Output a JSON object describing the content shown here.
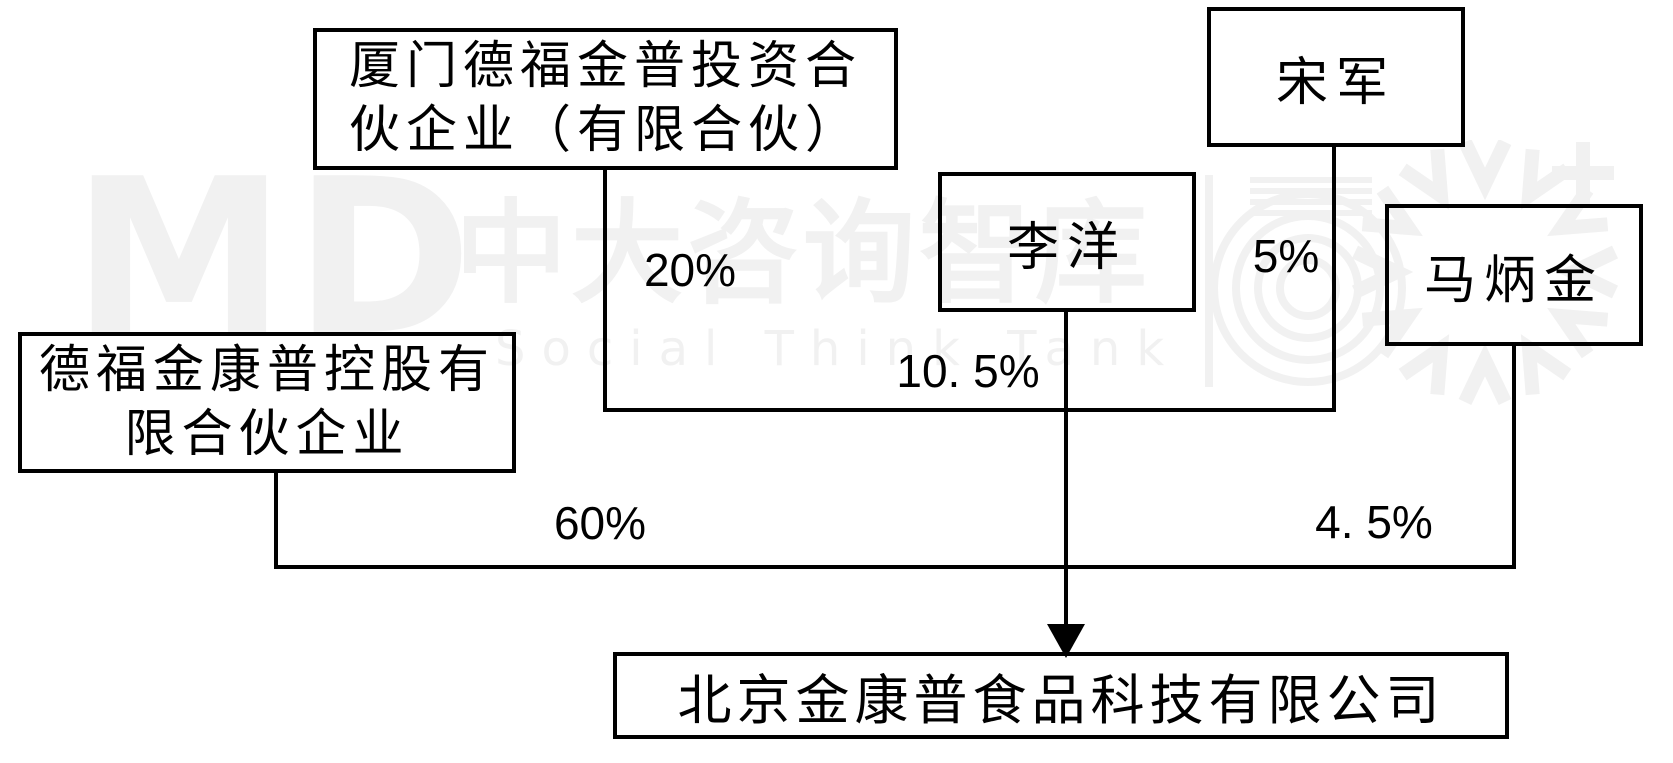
{
  "watermark": {
    "logo_letters": "MD",
    "cn_text": "中大咨询智库",
    "en_text": "Social Think Tank",
    "divider": "|",
    "color": "#f1f1f1"
  },
  "nodes": {
    "xiamen": {
      "full": "厦门德福金普投资合伙企业（有限合伙）",
      "line1": "厦门德福金普投资合",
      "line2": "伙企业（有限合伙）"
    },
    "songjun": {
      "full": "宋军",
      "label": "宋军"
    },
    "liyang": {
      "full": "李洋",
      "label": "李洋"
    },
    "mabingjin": {
      "full": "马炳金",
      "label": "马炳金"
    },
    "defujin": {
      "full": "德福金康普控股有限合伙企业",
      "line1": "德福金康普控股有",
      "line2": "限合伙企业"
    },
    "beijing": {
      "full": "北京金康普食品科技有限公司",
      "label": "北京金康普食品科技有限公司"
    }
  },
  "edge_labels": {
    "xiamen": "20%",
    "songjun": "5%",
    "liyang": "10. 5%",
    "defujin": "60%",
    "mabingjin": "4. 5%"
  },
  "ownership": [
    {
      "shareholder": "厦门德福金普投资合伙企业（有限合伙）",
      "percent": "20%",
      "investee": "北京金康普食品科技有限公司"
    },
    {
      "shareholder": "宋军",
      "percent": "5%",
      "investee": "北京金康普食品科技有限公司"
    },
    {
      "shareholder": "李洋",
      "percent": "10.5%",
      "investee": "北京金康普食品科技有限公司"
    },
    {
      "shareholder": "德福金康普控股有限合伙企业",
      "percent": "60%",
      "investee": "北京金康普食品科技有限公司"
    },
    {
      "shareholder": "马炳金",
      "percent": "4.5%",
      "investee": "北京金康普食品科技有限公司"
    }
  ],
  "colors": {
    "ink": "#000000",
    "background": "#ffffff",
    "watermark": "#f1f1f1"
  }
}
